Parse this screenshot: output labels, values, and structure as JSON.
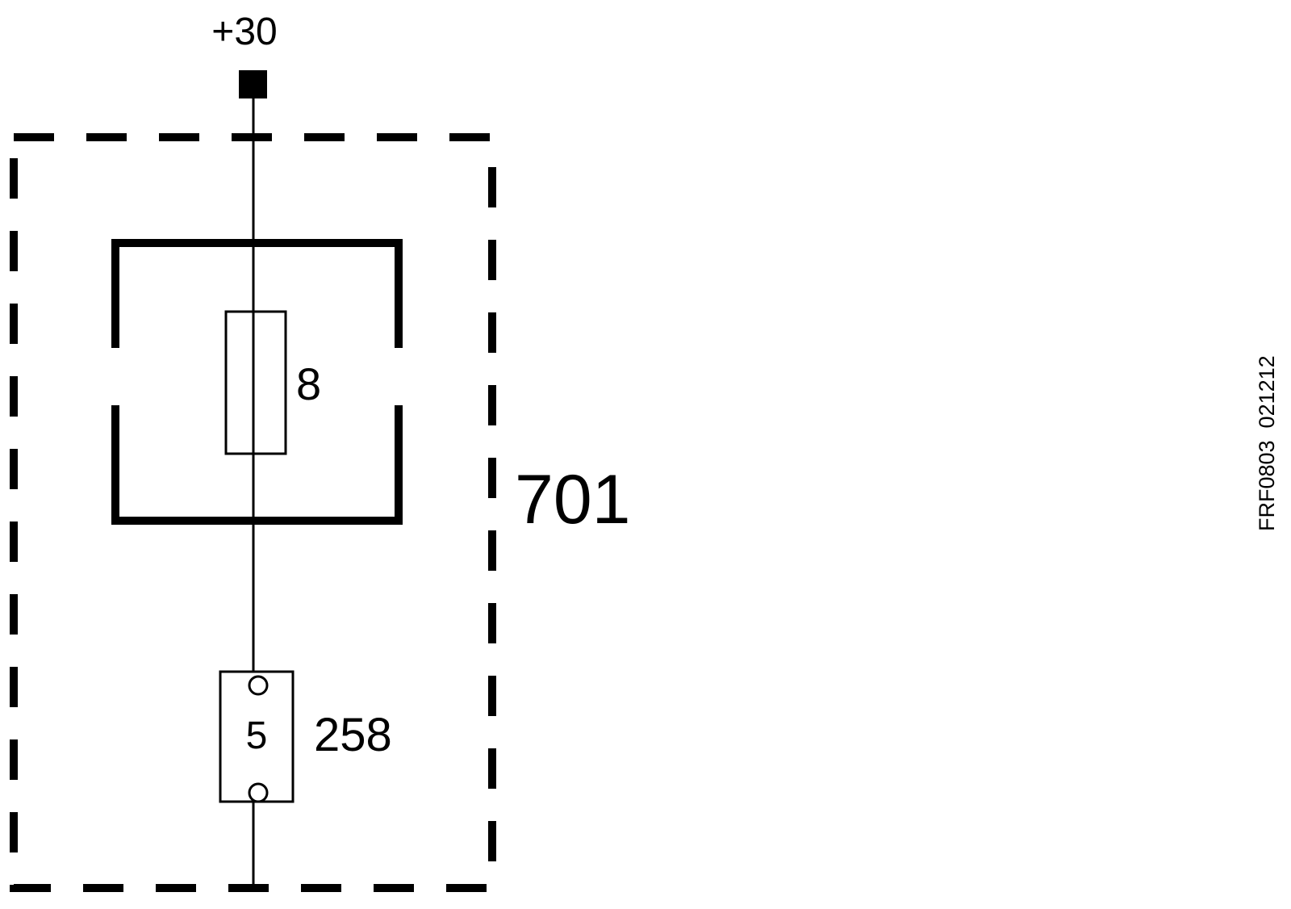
{
  "diagram": {
    "supply_label": "+30",
    "fuse_number": "8",
    "module_id": "701",
    "connector_pin": "5",
    "connector_id": "258",
    "drawing_code": "FRF0803  021212"
  },
  "colors": {
    "line": "#000000",
    "background": "#ffffff"
  }
}
